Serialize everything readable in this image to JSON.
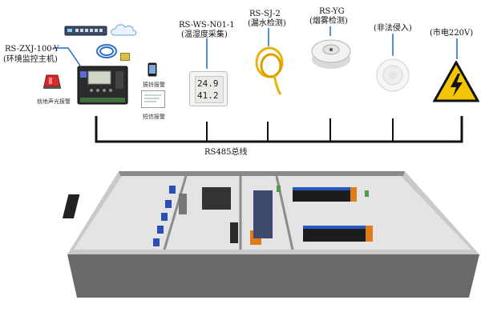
{
  "labels": {
    "host_model": "RS-ZXJ-100-Y",
    "host_name": "(环境监控主机)",
    "ws_model": "RS-WS-N01-1",
    "ws_name": "(温湿度采集)",
    "sj_model": "RS-SJ-2",
    "sj_name": "(漏水检测)",
    "yg_model": "RS-YG",
    "yg_name": "(烟雾检测)",
    "intrusion": "(非法侵入)",
    "mains": "(市电220V)",
    "alarm_light": "就地声光报警",
    "phone_alarm": "振铃报警",
    "sms_alarm": "短信报警",
    "bus": "RS485总线"
  },
  "display": {
    "temperature": "24.9",
    "humidity": "41.2"
  },
  "colors": {
    "leader_line": "#1e6ad0",
    "bus_line": "#111111",
    "warning_yellow": "#f5c400"
  },
  "icons": {
    "router": "network-switch-icon",
    "host": "monitoring-host-icon",
    "alarm": "siren-icon",
    "phone": "phone-icon",
    "sms": "sms-icon",
    "th_sensor": "temperature-humidity-sensor-icon",
    "leak_cable": "water-leak-cable-icon",
    "smoke": "smoke-detector-icon",
    "infrared": "intrusion-detector-icon",
    "power": "high-voltage-icon"
  }
}
